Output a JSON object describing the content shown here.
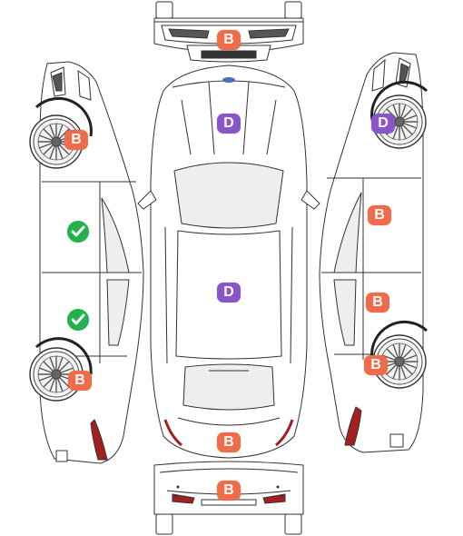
{
  "legend_colors": {
    "B": "#ef6b4a",
    "D": "#8a55c9",
    "ok": "#22b14c"
  },
  "markers": [
    {
      "view": "front",
      "code": "B",
      "kind": "b"
    },
    {
      "view": "top-hood",
      "code": "D",
      "kind": "d"
    },
    {
      "view": "top-roof",
      "code": "D",
      "kind": "d"
    },
    {
      "view": "top-trunk",
      "code": "B",
      "kind": "b"
    },
    {
      "view": "rear",
      "code": "B",
      "kind": "b"
    },
    {
      "view": "left-front-wheel",
      "code": "B",
      "kind": "b"
    },
    {
      "view": "left-front-door",
      "code": "",
      "kind": "ok"
    },
    {
      "view": "left-rear-door",
      "code": "",
      "kind": "ok"
    },
    {
      "view": "left-rear-wheel",
      "code": "B",
      "kind": "b"
    },
    {
      "view": "right-front-wheel",
      "code": "D",
      "kind": "d"
    },
    {
      "view": "right-front-door",
      "code": "B",
      "kind": "b"
    },
    {
      "view": "right-rear-door",
      "code": "B",
      "kind": "b"
    },
    {
      "view": "right-rear-wheel",
      "code": "B",
      "kind": "b"
    }
  ]
}
